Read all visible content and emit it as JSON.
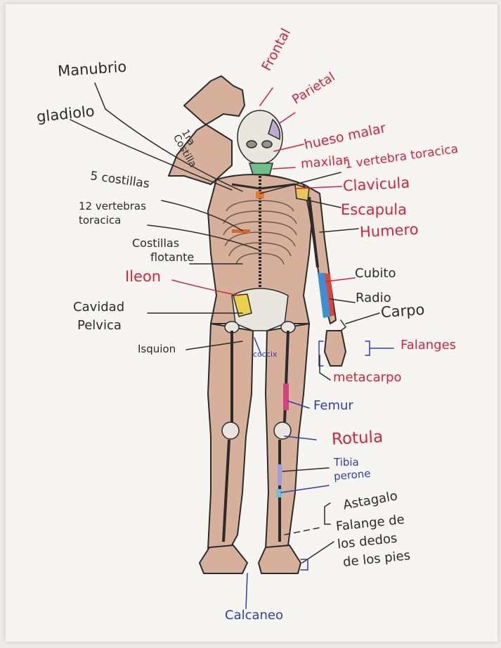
{
  "colors": {
    "ink_black": "#2b2b2b",
    "ink_red": "#d4243a",
    "ink_blue": "#2d3fb0",
    "skin": "#d6b09a",
    "bone": "#e9e6e0"
  },
  "labels": {
    "manubrio": "Manubrio",
    "gladiolo": "gladiolo",
    "frontal": "Frontal",
    "parietal": "Parietal",
    "hueso_malar": "hueso malar",
    "maxilar": "maxilar",
    "primera_costilla": "1ra Costilla",
    "vertebra_toracica": "1 vertebra toracica",
    "cinco_costillas": "5 costillas",
    "clavicula": "Clavicula",
    "doce_vertebras_1": "12 vertebras",
    "doce_vertebras_2": "toracica",
    "escapula": "Escapula",
    "humero": "Humero",
    "costillas_flotante_1": "Costillas",
    "costillas_flotante_2": "flotante",
    "ileon": "Ileon",
    "cubito": "Cubito",
    "radio": "Radio",
    "cavidad_pelvica_1": "Cavidad",
    "cavidad_pelvica_2": "Pelvica",
    "carpo": "Carpo",
    "isquion": "Isquion",
    "coccix": "coccix",
    "falanges": "Falanges",
    "metacarpo": "metacarpo",
    "femur": "Femur",
    "rotula": "Rotula",
    "tibia": "Tibia",
    "perone": "perone",
    "astragalo": "Astagalo",
    "falange_pie_1": "Falange de",
    "falange_pie_2": "los dedos",
    "falange_pie_3": "de los pies",
    "calcaneo": "Calcaneo"
  }
}
